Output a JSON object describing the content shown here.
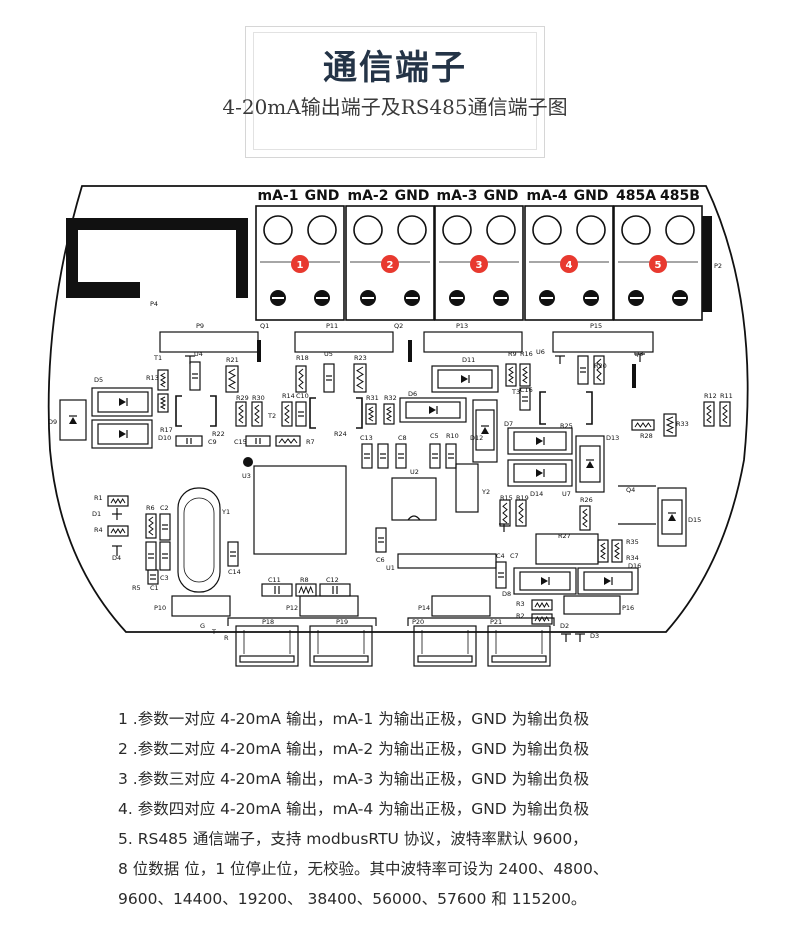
{
  "header": {
    "title": "通信端子",
    "subtitle": "4-20mA输出端子及RS485通信端子图"
  },
  "terminals": {
    "labels": [
      "mA-1",
      "GND",
      "mA-2",
      "GND",
      "mA-3",
      "GND",
      "mA-4",
      "GND",
      "485A",
      "485B"
    ],
    "markers": [
      "1",
      "2",
      "3",
      "4",
      "5"
    ],
    "marker_color": "#e8392f"
  },
  "components": [
    "P2",
    "P4",
    "P9",
    "P11",
    "P13",
    "P15",
    "Q1",
    "Q2",
    "Q3",
    "Q4",
    "T1",
    "T2",
    "T3",
    "U3",
    "U4",
    "U5",
    "U6",
    "U7",
    "D5",
    "D6",
    "D7",
    "D8",
    "D9",
    "D10",
    "D11",
    "D12",
    "D13",
    "D14",
    "D15",
    "D16",
    "R13",
    "R17",
    "R21",
    "R22",
    "R23",
    "R24",
    "R25",
    "R26",
    "R27",
    "R28",
    "R29",
    "R30",
    "R31",
    "R32",
    "R33",
    "R34",
    "R35",
    "R1",
    "R2",
    "R3",
    "R4",
    "R5",
    "R6",
    "R7",
    "R8",
    "R9",
    "R10",
    "R11",
    "R12",
    "R14",
    "R15",
    "R16",
    "R18",
    "R19",
    "R20",
    "C1",
    "C2",
    "C3",
    "C4",
    "C5",
    "C6",
    "C7",
    "C8",
    "C9",
    "C10",
    "C11",
    "C12",
    "C13",
    "C14",
    "C15",
    "C16",
    "U1",
    "U2",
    "Y1",
    "Y2",
    "P10",
    "P12",
    "P14",
    "P16",
    "P18",
    "P19",
    "P20",
    "P21",
    "D1",
    "D2",
    "D3",
    "D4",
    "G",
    "T",
    "R"
  ],
  "notes": [
    "1 .参数一对应 4-20mA 输出，mA-1 为输出正极，GND 为输出负极",
    "2 .参数二对应 4-20mA 输出，mA-2 为输出正极，GND 为输出负极",
    "3 .参数三对应 4-20mA 输出，mA-3 为输出正极，GND 为输出负极",
    "4. 参数四对应 4-20mA 输出，mA-4 为输出正极，GND 为输出负极",
    "5. RS485 通信端子，支持 modbusRTU 协议，波特率默认 9600，",
    "8 位数据 位，1 位停止位，无校验。其中波特率可设为 2400、4800、",
    "9600、14400、19200、 38400、56000、57600 和 115200。"
  ]
}
